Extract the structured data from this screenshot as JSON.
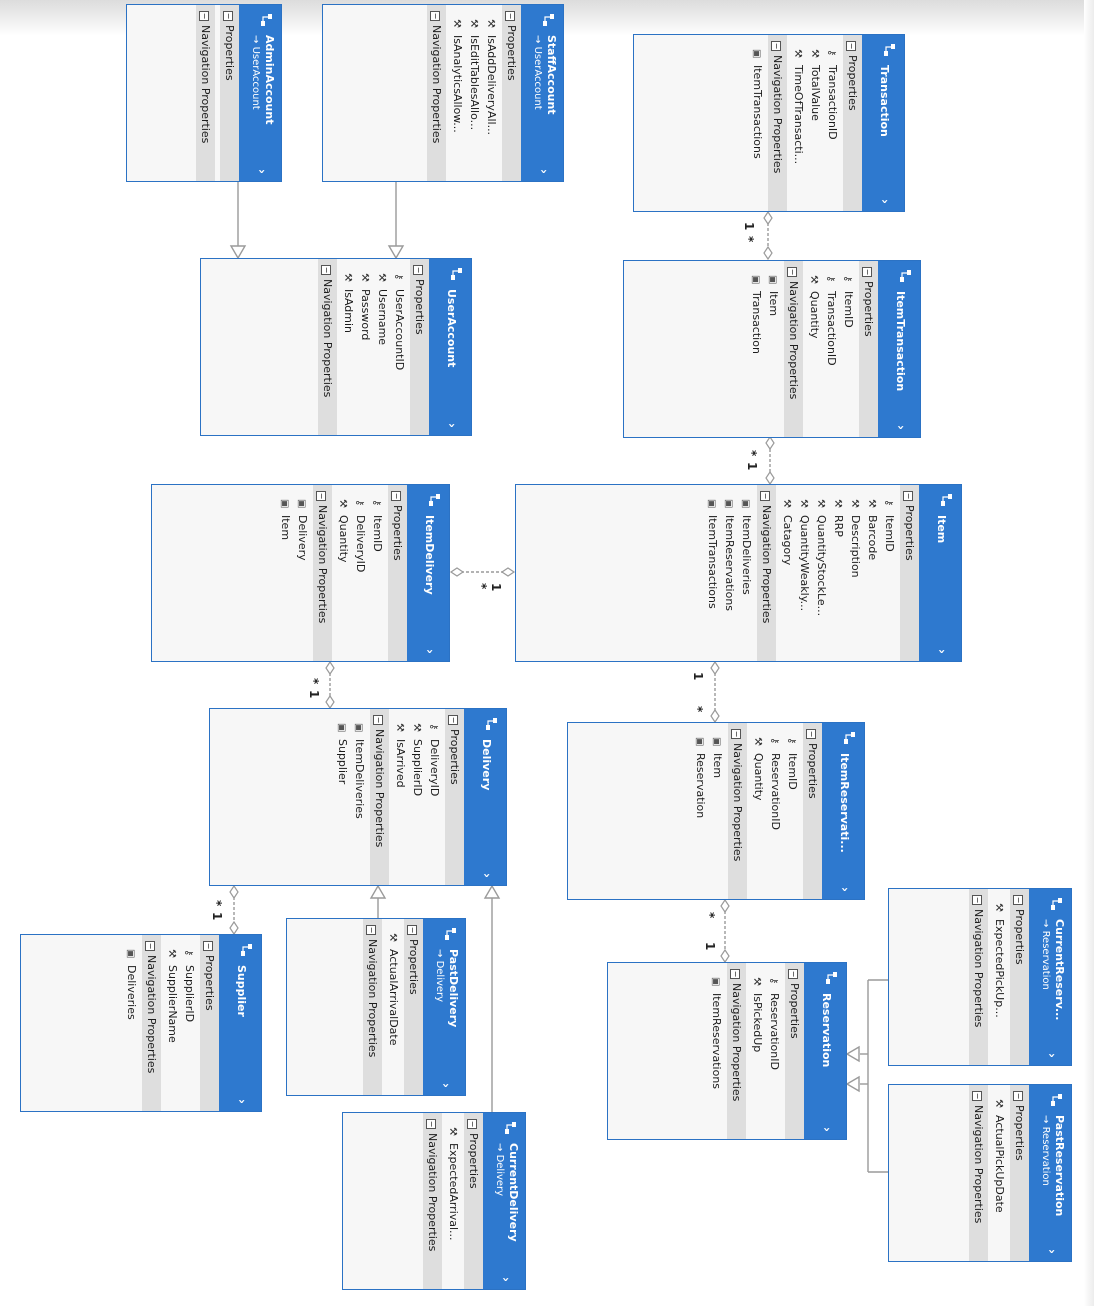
{
  "diagram": {
    "entities": [
      {
        "id": "AdminAccount",
        "name": "AdminAccount",
        "base": "UserAccount",
        "sections": [
          {
            "label": "Properties",
            "items": []
          },
          {
            "label": "Navigation Properties",
            "items": []
          }
        ]
      },
      {
        "id": "StaffAccount",
        "name": "StaffAccount",
        "base": "UserAccount",
        "sections": [
          {
            "label": "Properties",
            "items": [
              {
                "kind": "prop",
                "text": "IsAddDeliveryAll..."
              },
              {
                "kind": "prop",
                "text": "IsEditTablesAllo..."
              },
              {
                "kind": "prop",
                "text": "IsAnalyticsAllow..."
              }
            ]
          },
          {
            "label": "Navigation Properties",
            "items": []
          }
        ]
      },
      {
        "id": "Transaction",
        "name": "Transaction",
        "base": "",
        "sections": [
          {
            "label": "Properties",
            "items": [
              {
                "kind": "key",
                "text": "TransactionID"
              },
              {
                "kind": "prop",
                "text": "TotalValue"
              },
              {
                "kind": "prop",
                "text": "TimeOfTransacti..."
              }
            ]
          },
          {
            "label": "Navigation Properties",
            "items": [
              {
                "kind": "nav",
                "text": "ItemTransactions"
              }
            ]
          }
        ]
      },
      {
        "id": "UserAccount",
        "name": "UserAccount",
        "base": "",
        "sections": [
          {
            "label": "Properties",
            "items": [
              {
                "kind": "key",
                "text": "UserAccountID"
              },
              {
                "kind": "prop",
                "text": "Username"
              },
              {
                "kind": "prop",
                "text": "Password"
              },
              {
                "kind": "prop",
                "text": "IsAdmin"
              }
            ]
          },
          {
            "label": "Navigation Properties",
            "items": []
          }
        ]
      },
      {
        "id": "ItemTransaction",
        "name": "ItemTransaction",
        "base": "",
        "sections": [
          {
            "label": "Properties",
            "items": [
              {
                "kind": "key",
                "text": "ItemID"
              },
              {
                "kind": "key",
                "text": "TransactionID"
              },
              {
                "kind": "prop",
                "text": "Quantity"
              }
            ]
          },
          {
            "label": "Navigation Properties",
            "items": [
              {
                "kind": "nav",
                "text": "Item"
              },
              {
                "kind": "nav",
                "text": "Transaction"
              }
            ]
          }
        ]
      },
      {
        "id": "ItemDelivery",
        "name": "ItemDelivery",
        "base": "",
        "sections": [
          {
            "label": "Properties",
            "items": [
              {
                "kind": "key",
                "text": "ItemID"
              },
              {
                "kind": "key",
                "text": "DeliveryID"
              },
              {
                "kind": "prop",
                "text": "Quantity"
              }
            ]
          },
          {
            "label": "Navigation Properties",
            "items": [
              {
                "kind": "nav",
                "text": "Delivery"
              },
              {
                "kind": "nav",
                "text": "Item"
              }
            ]
          }
        ]
      },
      {
        "id": "Item",
        "name": "Item",
        "base": "",
        "sections": [
          {
            "label": "Properties",
            "items": [
              {
                "kind": "key",
                "text": "ItemID"
              },
              {
                "kind": "prop",
                "text": "Barcode"
              },
              {
                "kind": "prop",
                "text": "Description"
              },
              {
                "kind": "prop",
                "text": "RRP"
              },
              {
                "kind": "prop",
                "text": "QuantityStockLe..."
              },
              {
                "kind": "prop",
                "text": "QuantityWeakly..."
              },
              {
                "kind": "prop",
                "text": "Catagory"
              }
            ]
          },
          {
            "label": "Navigation Properties",
            "items": [
              {
                "kind": "nav",
                "text": "ItemDeliveries"
              },
              {
                "kind": "nav",
                "text": "ItemReservations"
              },
              {
                "kind": "nav",
                "text": "ItemTransactions"
              }
            ]
          }
        ]
      },
      {
        "id": "Delivery",
        "name": "Delivery",
        "base": "",
        "sections": [
          {
            "label": "Properties",
            "items": [
              {
                "kind": "key",
                "text": "DeliveryID"
              },
              {
                "kind": "prop",
                "text": "SupplierID"
              },
              {
                "kind": "prop",
                "text": "IsArrived"
              }
            ]
          },
          {
            "label": "Navigation Properties",
            "items": [
              {
                "kind": "nav",
                "text": "ItemDeliveries"
              },
              {
                "kind": "nav",
                "text": "Supplier"
              }
            ]
          }
        ]
      },
      {
        "id": "ItemReservation",
        "name": "ItemReservati...",
        "base": "",
        "sections": [
          {
            "label": "Properties",
            "items": [
              {
                "kind": "key",
                "text": "ItemID"
              },
              {
                "kind": "key",
                "text": "ReservationID"
              },
              {
                "kind": "prop",
                "text": "Quantity"
              }
            ]
          },
          {
            "label": "Navigation Properties",
            "items": [
              {
                "kind": "nav",
                "text": "Item"
              },
              {
                "kind": "nav",
                "text": "Reservation"
              }
            ]
          }
        ]
      },
      {
        "id": "Supplier",
        "name": "Supplier",
        "base": "",
        "sections": [
          {
            "label": "Properties",
            "items": [
              {
                "kind": "key",
                "text": "SupplierID"
              },
              {
                "kind": "prop",
                "text": "SupplierName"
              }
            ]
          },
          {
            "label": "Navigation Properties",
            "items": [
              {
                "kind": "nav",
                "text": "Deliveries"
              }
            ]
          }
        ]
      },
      {
        "id": "PastDelivery",
        "name": "PastDelivery",
        "base": "Delivery",
        "sections": [
          {
            "label": "Properties",
            "items": [
              {
                "kind": "prop",
                "text": "ActualArrivalDate"
              }
            ]
          },
          {
            "label": "Navigation Properties",
            "items": []
          }
        ]
      },
      {
        "id": "CurrentDelivery",
        "name": "CurrentDelivery",
        "base": "Delivery",
        "sections": [
          {
            "label": "Properties",
            "items": [
              {
                "kind": "prop",
                "text": "ExpectedArrival..."
              }
            ]
          },
          {
            "label": "Navigation Properties",
            "items": []
          }
        ]
      },
      {
        "id": "Reservation",
        "name": "Reservation",
        "base": "",
        "sections": [
          {
            "label": "Properties",
            "items": [
              {
                "kind": "key",
                "text": "ReservationID"
              },
              {
                "kind": "prop",
                "text": "IsPickedUp"
              }
            ]
          },
          {
            "label": "Navigation Properties",
            "items": [
              {
                "kind": "nav",
                "text": "ItemReservations"
              }
            ]
          }
        ]
      },
      {
        "id": "CurrentReservation",
        "name": "CurrentReserv...",
        "base": "Reservation",
        "sections": [
          {
            "label": "Properties",
            "items": [
              {
                "kind": "prop",
                "text": "ExpectedPickUp..."
              }
            ]
          },
          {
            "label": "Navigation Properties",
            "items": []
          }
        ]
      },
      {
        "id": "PastReservation",
        "name": "PastReservation",
        "base": "Reservation",
        "sections": [
          {
            "label": "Properties",
            "items": [
              {
                "kind": "prop",
                "text": "ActualPickUpDate"
              }
            ]
          },
          {
            "label": "Navigation Properties",
            "items": []
          }
        ]
      }
    ],
    "associations": [
      {
        "from": "Transaction",
        "to": "ItemTransaction",
        "from_mult": "1",
        "to_mult": "*"
      },
      {
        "from": "ItemTransaction",
        "to": "Item",
        "from_mult": "*",
        "to_mult": "1"
      },
      {
        "from": "Item",
        "to": "ItemDelivery",
        "from_mult": "1",
        "to_mult": "*"
      },
      {
        "from": "ItemDelivery",
        "to": "Delivery",
        "from_mult": "*",
        "to_mult": "1"
      },
      {
        "from": "Item",
        "to": "ItemReservation",
        "from_mult": "1",
        "to_mult": "*"
      },
      {
        "from": "ItemReservation",
        "to": "Reservation",
        "from_mult": "*",
        "to_mult": "1"
      },
      {
        "from": "Delivery",
        "to": "Supplier",
        "from_mult": "*",
        "to_mult": "1"
      }
    ],
    "inheritance": [
      {
        "child": "AdminAccount",
        "parent": "UserAccount"
      },
      {
        "child": "StaffAccount",
        "parent": "UserAccount"
      },
      {
        "child": "PastDelivery",
        "parent": "Delivery"
      },
      {
        "child": "CurrentDelivery",
        "parent": "Delivery"
      },
      {
        "child": "CurrentReservation",
        "parent": "Reservation"
      },
      {
        "child": "PastReservation",
        "parent": "Reservation"
      }
    ],
    "icons": {
      "entity": "entity-icon",
      "key": "key-property-icon",
      "prop": "property-wrench-icon",
      "nav": "navigation-property-icon",
      "collapse": "collapse-box-icon",
      "expand": "chevron-icon"
    },
    "colors": {
      "header": "#2e79cf",
      "border": "#2b72c4",
      "body": "#f7f7f7",
      "section": "#dedede",
      "connector": "#9a9a9a"
    }
  }
}
